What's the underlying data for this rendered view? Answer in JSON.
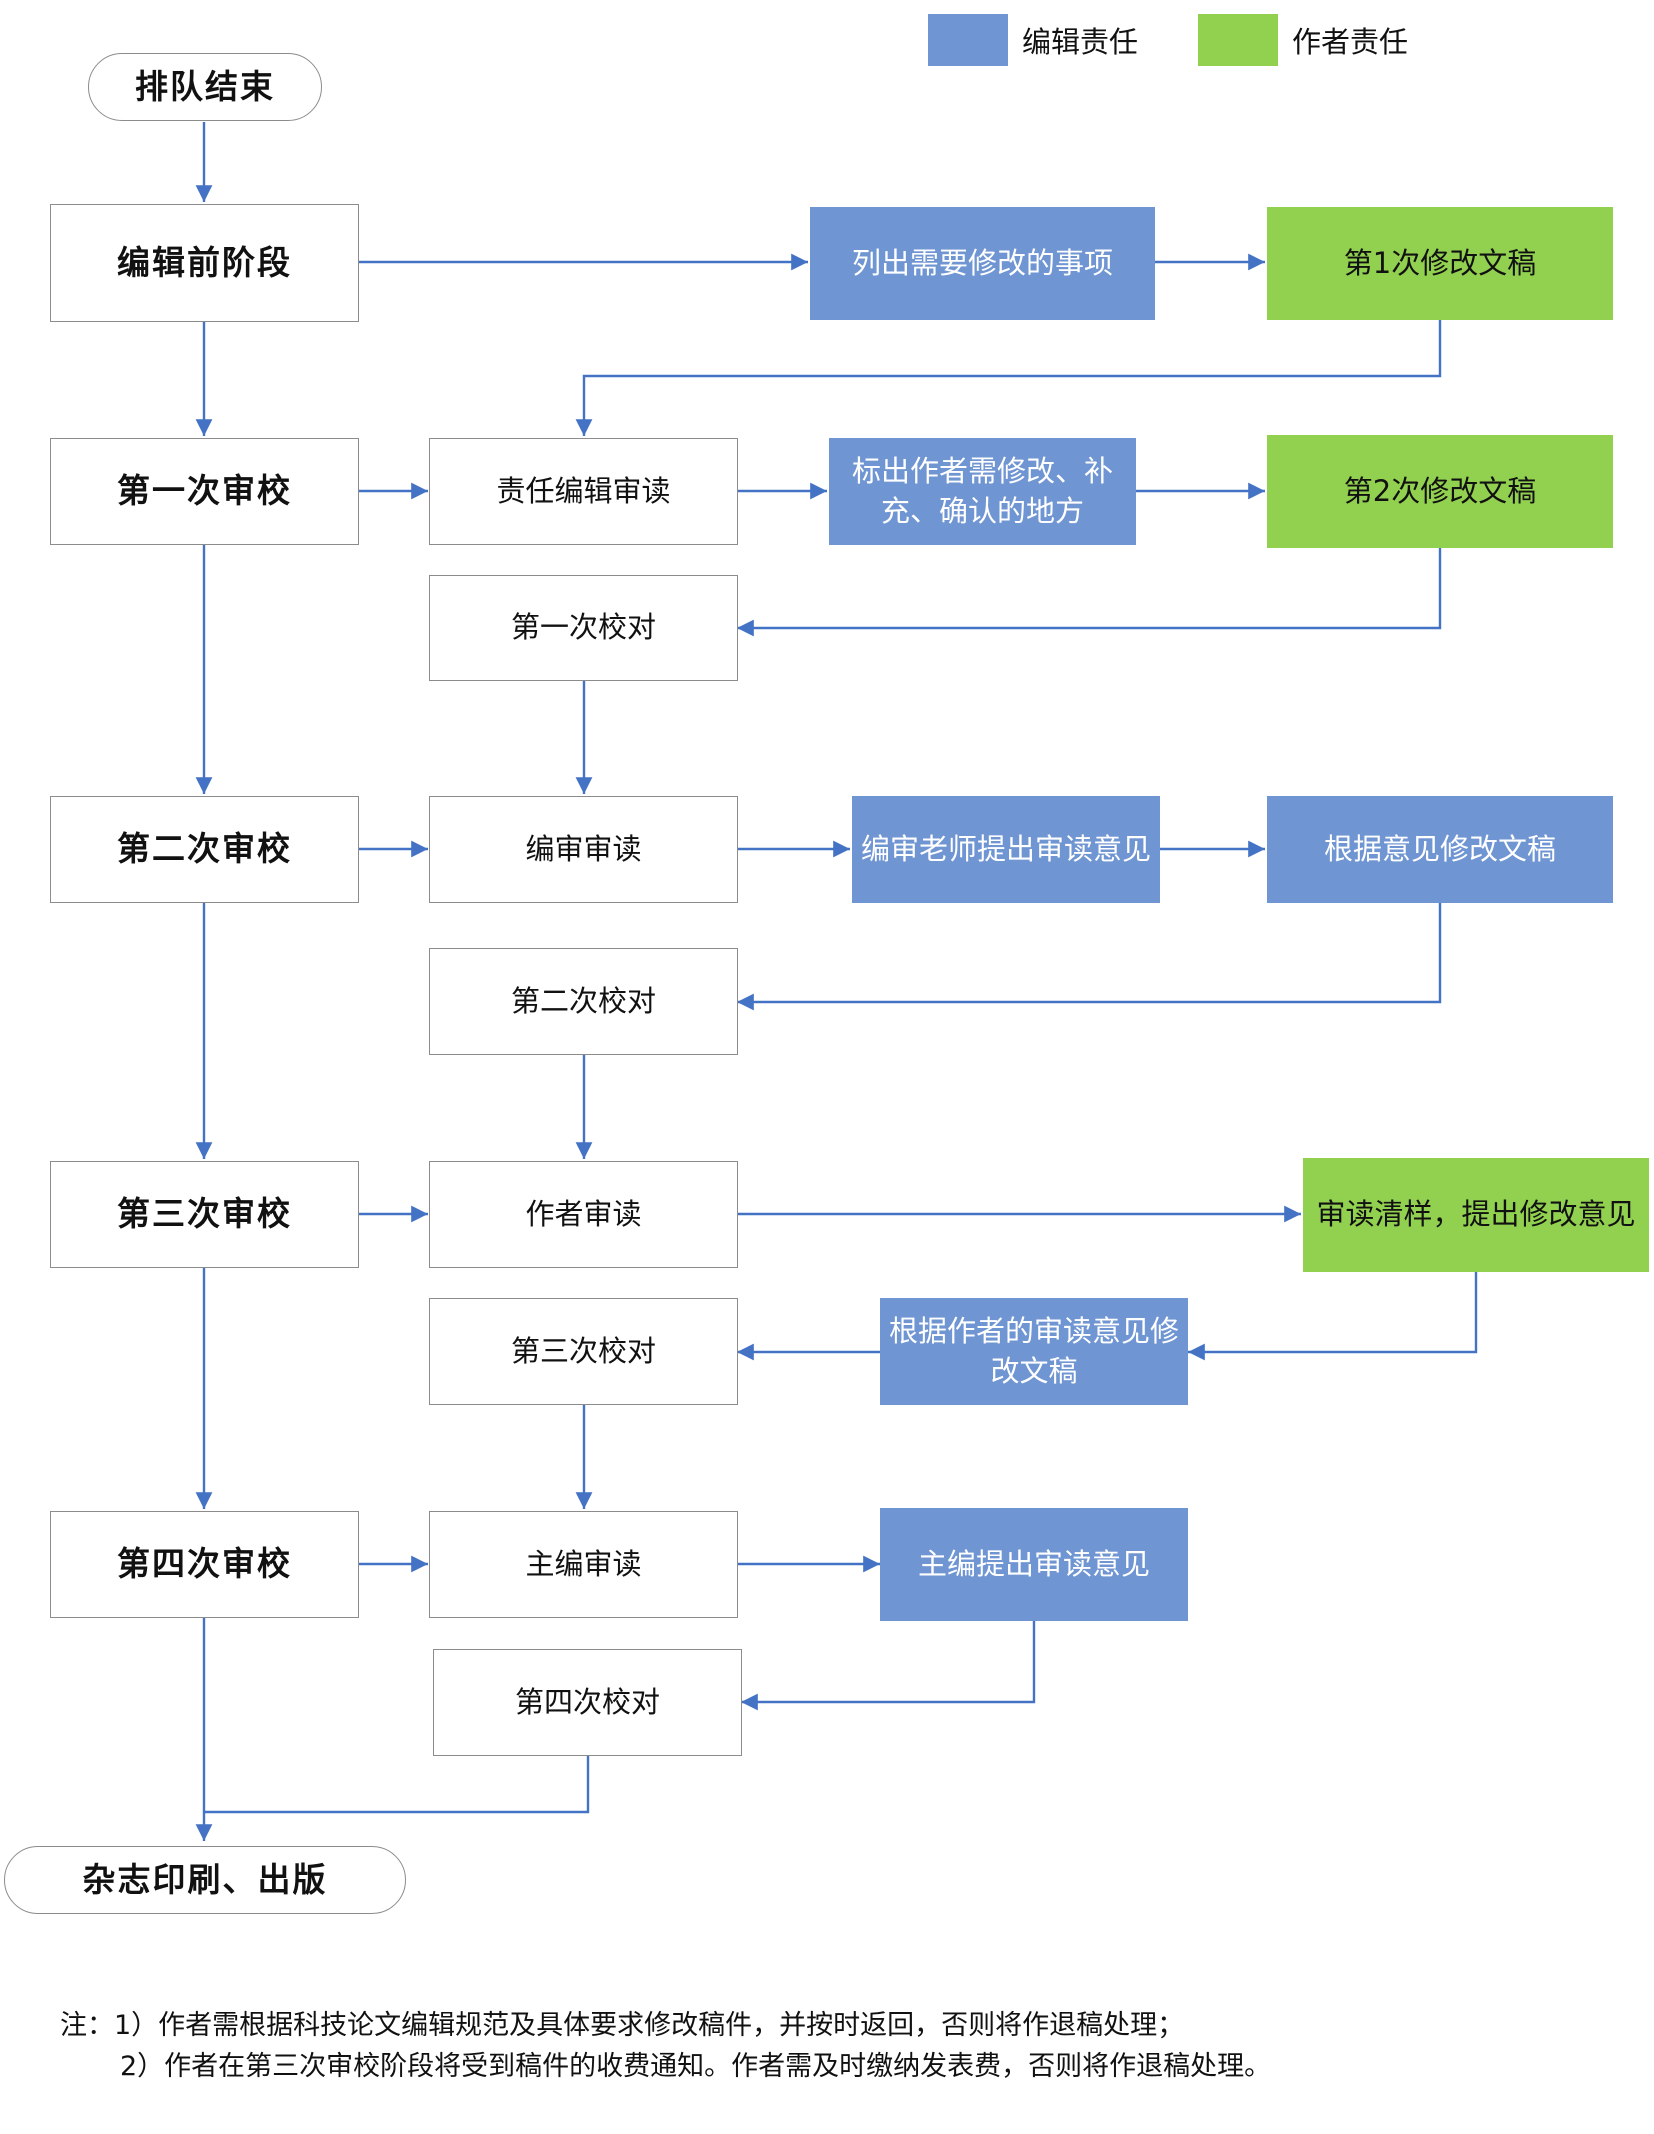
{
  "legend": {
    "editor": {
      "label": "编辑责任",
      "color": "#6f95d2"
    },
    "author": {
      "label": "作者责任",
      "color": "#92d050"
    }
  },
  "start": "排队结束",
  "end": "杂志印刷、出版",
  "stages": {
    "pre": "编辑前阶段",
    "r1": "第一次审校",
    "r2": "第二次审校",
    "r3": "第三次审校",
    "r4": "第四次审校"
  },
  "pre_stage": {
    "list_items": "列出需要修改的事项",
    "revise1": "第1次修改文稿"
  },
  "round1": {
    "review": "责任编辑审读",
    "mark_line1": "标出作者需修改、补",
    "mark_line2": "充、确认的地方",
    "revise2": "第2次修改文稿",
    "proof": "第一次校对"
  },
  "round2": {
    "review": "编审审读",
    "opinion": "编审老师提出审读意见",
    "revise": "根据意见修改文稿",
    "proof": "第二次校对"
  },
  "round3": {
    "review": "作者审读",
    "clean_proof": "审读清样，提出修改意见",
    "revise_line1": "根据作者的审读意见修",
    "revise_line2": "改文稿",
    "proof": "第三次校对"
  },
  "round4": {
    "review": "主编审读",
    "opinion": "主编提出审读意见",
    "proof": "第四次校对"
  },
  "notes": {
    "line1": "注：1）作者需根据科技论文编辑规范及具体要求修改稿件，并按时返回，否则将作退稿处理；",
    "line2": "2）作者在第三次审校阶段将受到稿件的收费通知。作者需及时缴纳发表费，否则将作退稿处理。"
  },
  "colors": {
    "connector": "#4472c4",
    "border": "#8c8c8c"
  }
}
